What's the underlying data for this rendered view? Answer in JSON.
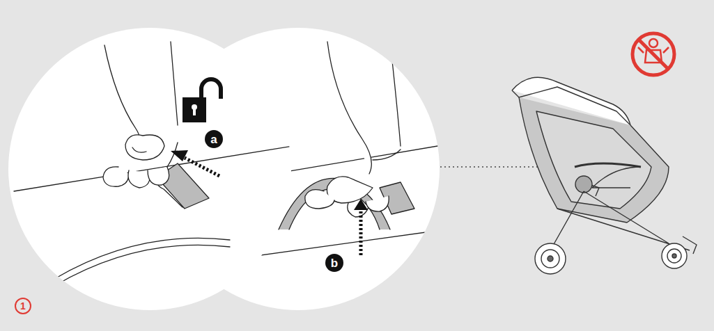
{
  "diagram": {
    "labels": [
      "a",
      "b",
      "1"
    ]
  }
}
